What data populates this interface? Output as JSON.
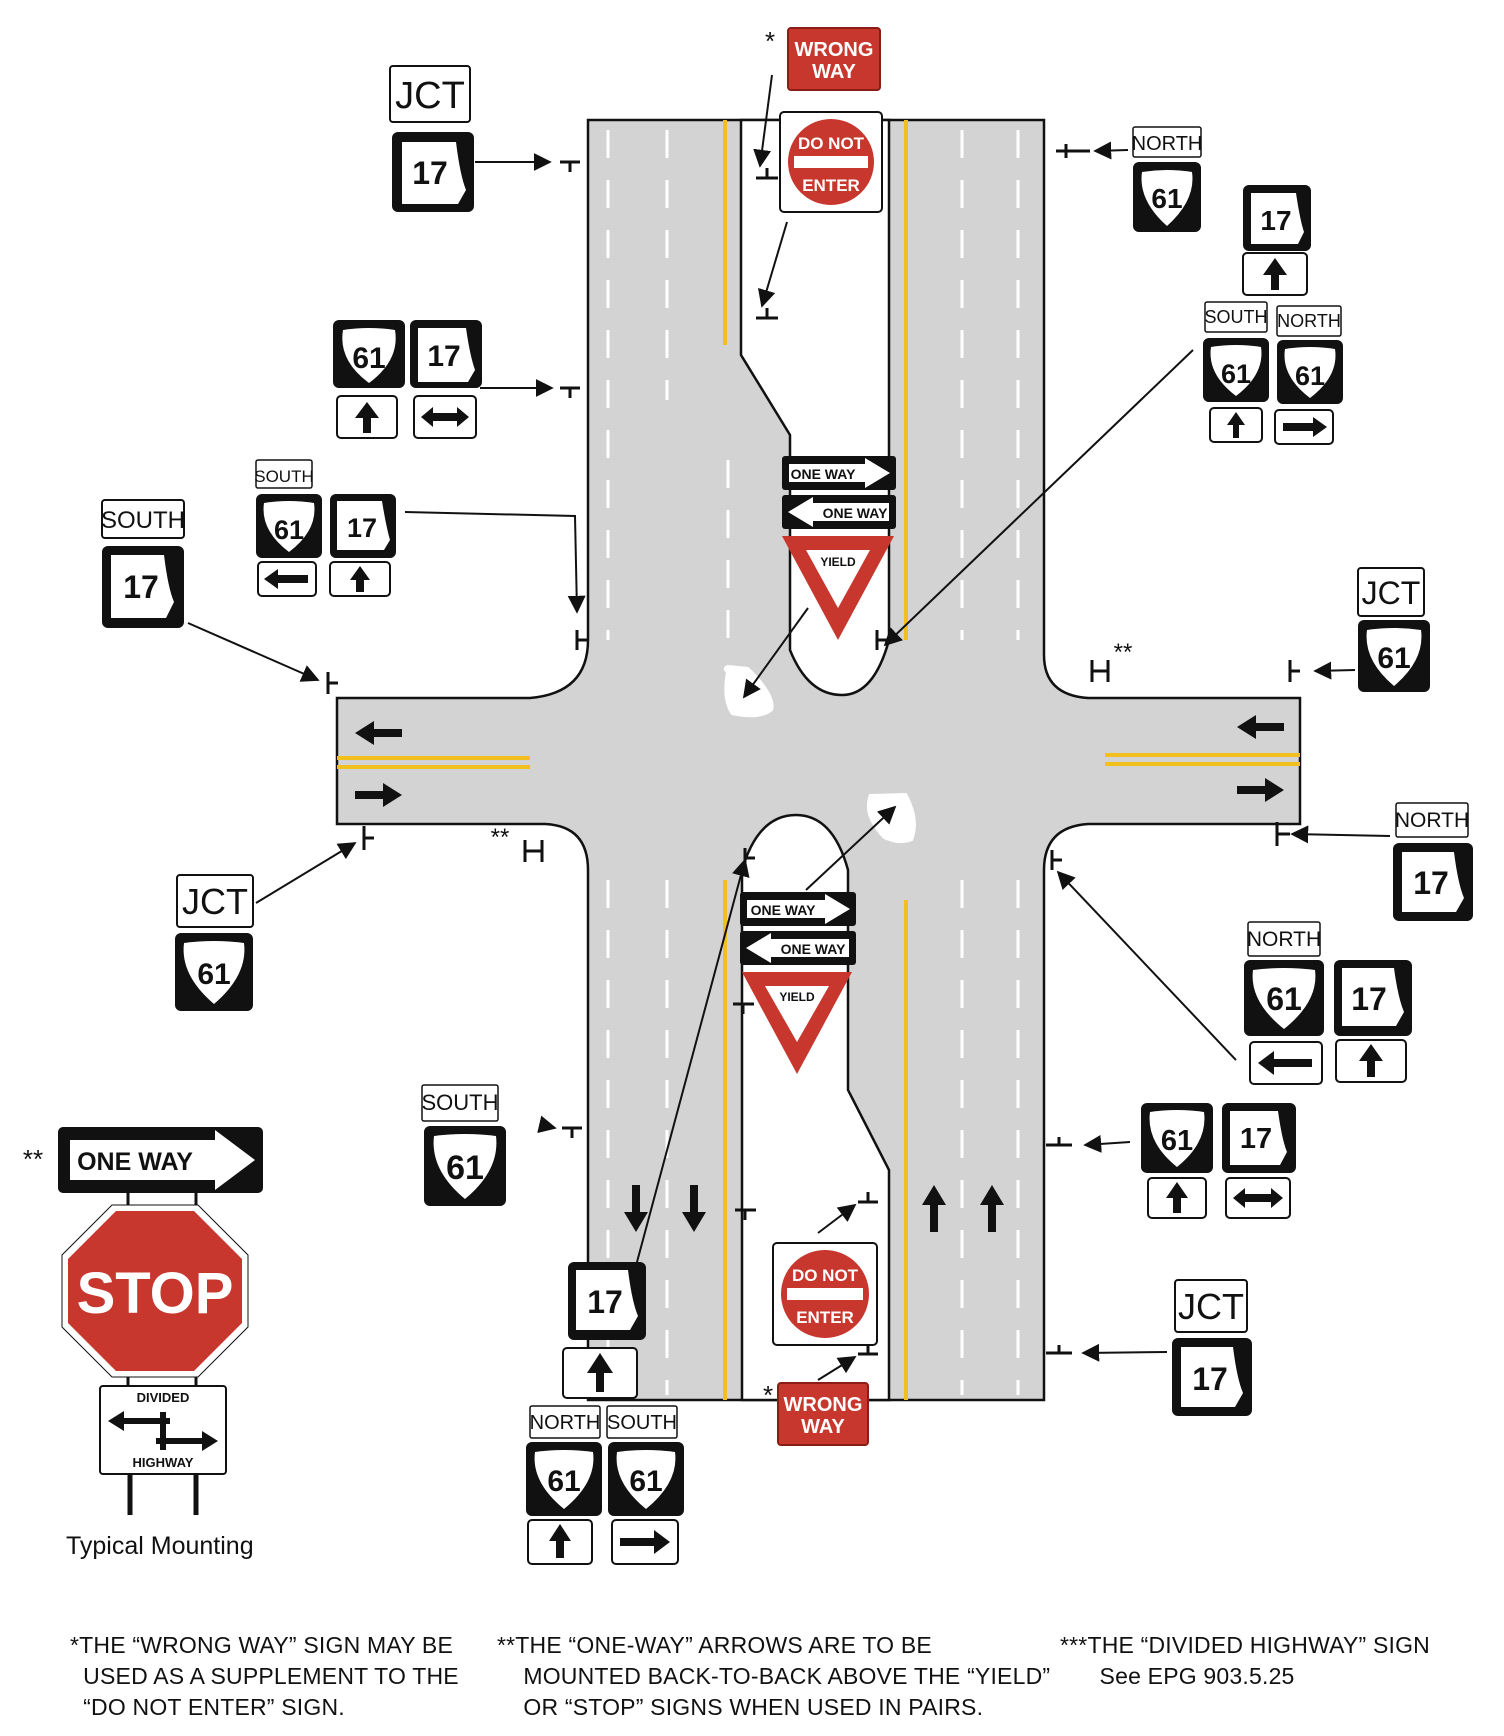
{
  "labels": {
    "jct": "JCT",
    "north": "NORTH",
    "south": "SOUTH",
    "route_us": "61",
    "route_mo": "17",
    "wrong_way_line1": "WRONG",
    "wrong_way_line2": "WAY",
    "do_not": "DO NOT",
    "enter": "ENTER",
    "one_way": "ONE WAY",
    "yield": "YIELD",
    "stop": "STOP",
    "divided": "DIVIDED",
    "highway": "HIGHWAY",
    "single_star": "*",
    "double_star": "**"
  },
  "caption": "Typical Mounting",
  "notes": {
    "note1": "*THE “WRONG WAY” SIGN MAY BE\n  USED AS A SUPPLEMENT TO THE\n  “DO NOT ENTER” SIGN.",
    "note2": "**THE “ONE-WAY” ARROWS ARE TO BE\n    MOUNTED BACK-TO-BACK ABOVE THE “YIELD”\n    OR “STOP” SIGNS WHEN USED IN PAIRS.",
    "note3": "***THE “DIVIDED HIGHWAY” SIGN\n      See EPG 903.5.25"
  },
  "colors": {
    "road": "#d3d3d3",
    "yellow_line": "#f2c01e",
    "sign_red": "#c8372d",
    "sign_black": "#111111"
  }
}
